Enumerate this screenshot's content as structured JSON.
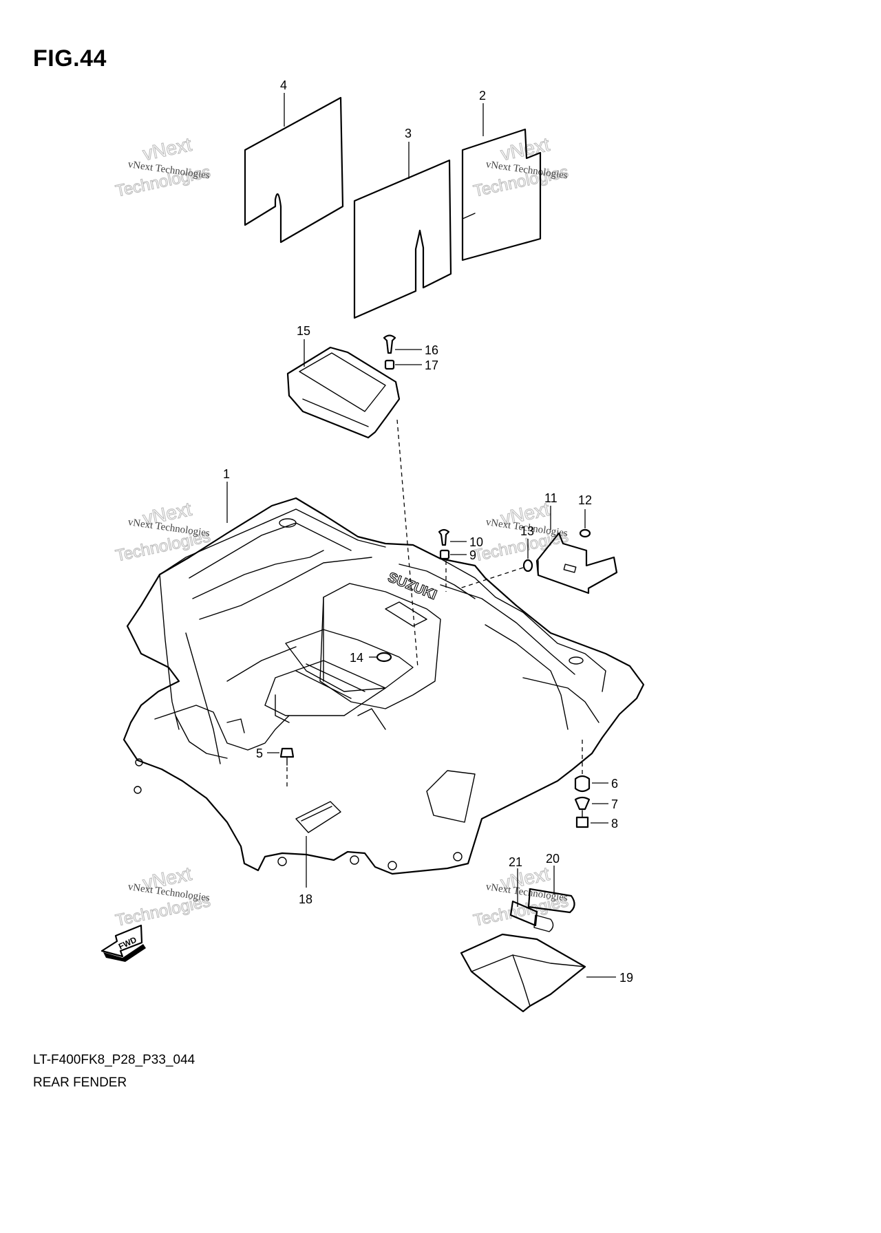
{
  "figure_label": "FIG.44",
  "model_code": "LT-F400FK8_P28_P33_044",
  "section_name": "REAR FENDER",
  "fwd_arrow_label": "FWD",
  "watermark": {
    "line1": "vNext Technologies",
    "line2": "vNext",
    "line3": "Technologies"
  },
  "fender_brand_text": "SUZUKI",
  "callouts": [
    "1",
    "2",
    "3",
    "4",
    "5",
    "6",
    "7",
    "8",
    "9",
    "10",
    "11",
    "12",
    "13",
    "14",
    "15",
    "16",
    "17",
    "18",
    "19",
    "20",
    "21"
  ]
}
